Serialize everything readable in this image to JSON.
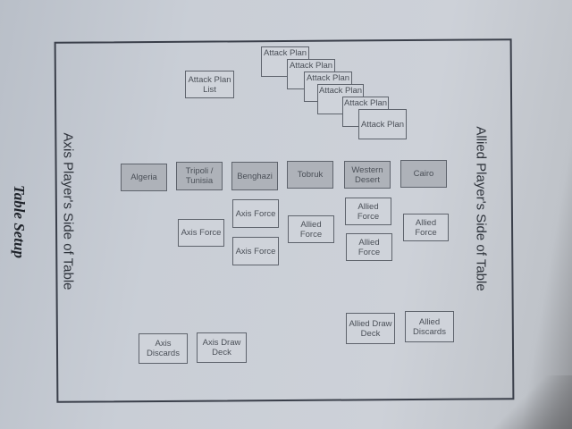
{
  "title": "Table Setup",
  "axis_side_label": "Axis Player's Side of Table",
  "allied_side_label": "Allied Player's Side of Table",
  "attack_plan_list": "Attack Plan List",
  "attack_plans": [
    "Attack Plan",
    "Attack Plan",
    "Attack Plan",
    "Attack Plan",
    "Attack Plan",
    "Attack Plan"
  ],
  "regions": [
    "Algeria",
    "Tripoli / Tunisia",
    "Benghazi",
    "Tobruk",
    "Western Desert",
    "Cairo"
  ],
  "axis_forces": [
    "Axis Force",
    "Axis Force",
    "Axis Force"
  ],
  "allied_forces": [
    "Allied Force",
    "Allied Force",
    "Allied Force",
    "Allied Force"
  ],
  "decks": {
    "axis_discards": "Axis Discards",
    "axis_draw_deck": "Axis Draw Deck",
    "allied_draw_deck": "Allied Draw Deck",
    "allied_discards": "Allied Discards"
  }
}
